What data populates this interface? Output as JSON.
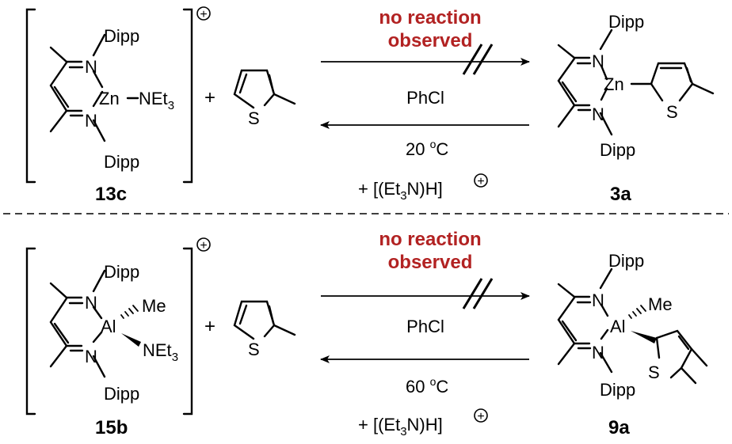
{
  "colors": {
    "highlight": "#b22222",
    "ink": "#000000"
  },
  "top": {
    "reactant_label": "13c",
    "metal": "Zn",
    "ligand_amine": "NEt",
    "ligand_amine_sub": "3",
    "n_top": "N",
    "n_bottom": "N",
    "dipp_top": "Dipp",
    "dipp_bottom": "Dipp",
    "charge": "+",
    "plus": "+",
    "no_reaction_line1": "no reaction",
    "no_reaction_line2": "observed",
    "solvent": "PhCl",
    "temp_value": "20 ",
    "temp_sup": "o",
    "temp_unit": "C",
    "byproduct_pre": "+ [(Et",
    "byproduct_sub": "3",
    "byproduct_post": "N)H]",
    "byproduct_charge": "+",
    "thiophene_s": "S",
    "product_s": "S",
    "product_label": "3a",
    "product_metal": "Zn",
    "product_n_top": "N",
    "product_n_bottom": "N",
    "product_dipp_top": "Dipp",
    "product_dipp_bottom": "Dipp"
  },
  "bottom": {
    "reactant_label": "15b",
    "metal": "Al",
    "methyl": "Me",
    "ligand_amine": "NEt",
    "ligand_amine_sub": "3",
    "n_top": "N",
    "n_bottom": "N",
    "dipp_top": "Dipp",
    "dipp_bottom": "Dipp",
    "charge": "+",
    "plus": "+",
    "no_reaction_line1": "no reaction",
    "no_reaction_line2": "observed",
    "solvent": "PhCl",
    "temp_value": "60 ",
    "temp_sup": "o",
    "temp_unit": "C",
    "byproduct_pre": "+ [(Et",
    "byproduct_sub": "3",
    "byproduct_post": "N)H]",
    "byproduct_charge": "+",
    "thiophene_s": "S",
    "product_s": "S",
    "product_label": "9a",
    "product_metal": "Al",
    "product_methyl": "Me",
    "product_n_top": "N",
    "product_n_bottom": "N",
    "product_dipp_top": "Dipp",
    "product_dipp_bottom": "Dipp"
  }
}
